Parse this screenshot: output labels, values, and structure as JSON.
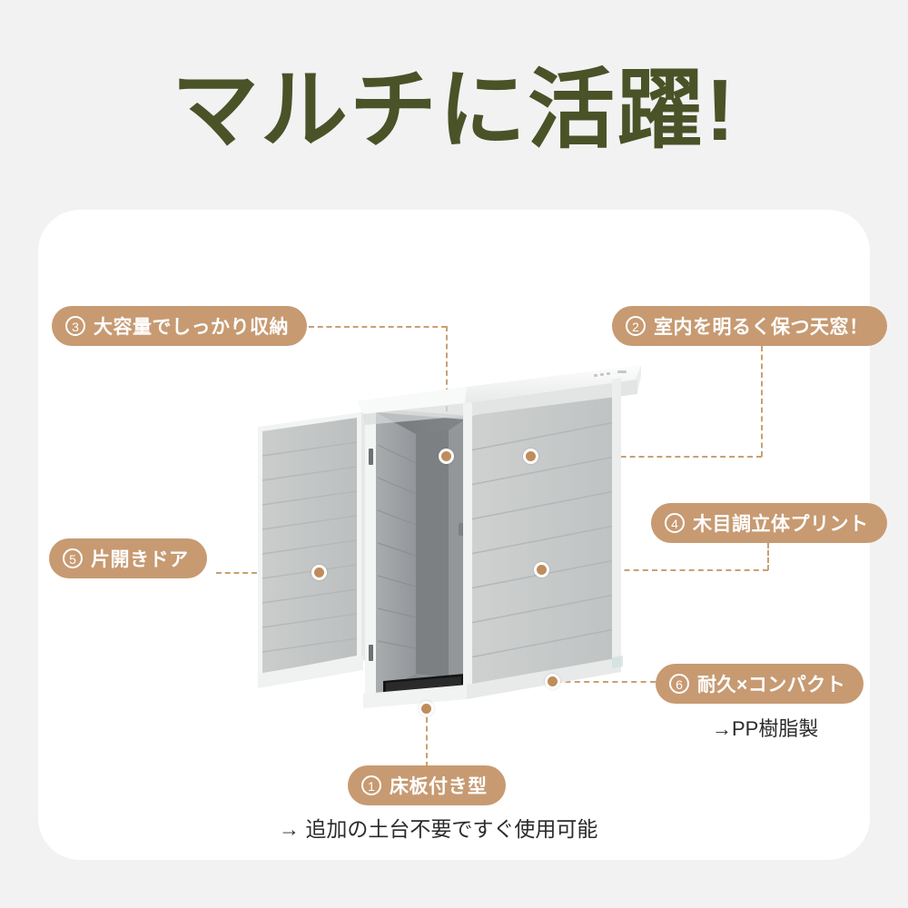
{
  "page": {
    "title": "マルチに活躍!",
    "title_color": "#4a5228",
    "background_color": "#f2f2f2",
    "card_color": "#ffffff",
    "accent_color": "#c79a72",
    "dot_color": "#c08c5c"
  },
  "callouts": [
    {
      "number": "1",
      "label": "床板付き型",
      "subtext": "→ 追加の土台不要ですぐ使用可能"
    },
    {
      "number": "2",
      "label": "室内を明るく保つ天窓！",
      "subtext": ""
    },
    {
      "number": "3",
      "label": "大容量でしっかり収納",
      "subtext": ""
    },
    {
      "number": "4",
      "label": "木目調立体プリント",
      "subtext": ""
    },
    {
      "number": "5",
      "label": "片開きドア",
      "subtext": ""
    },
    {
      "number": "6",
      "label": "耐久×コンパクト",
      "subtext": "→PP樹脂製"
    }
  ],
  "product": {
    "name": "resin-garden-shed",
    "body_color": "#c9cbcb",
    "trim_color": "#f4f5f5",
    "roof_color": "#e9eaea",
    "interior_color": "#8d9092",
    "floor_color": "#1c1c1c",
    "window_glass_color": "#9a9d9f"
  }
}
